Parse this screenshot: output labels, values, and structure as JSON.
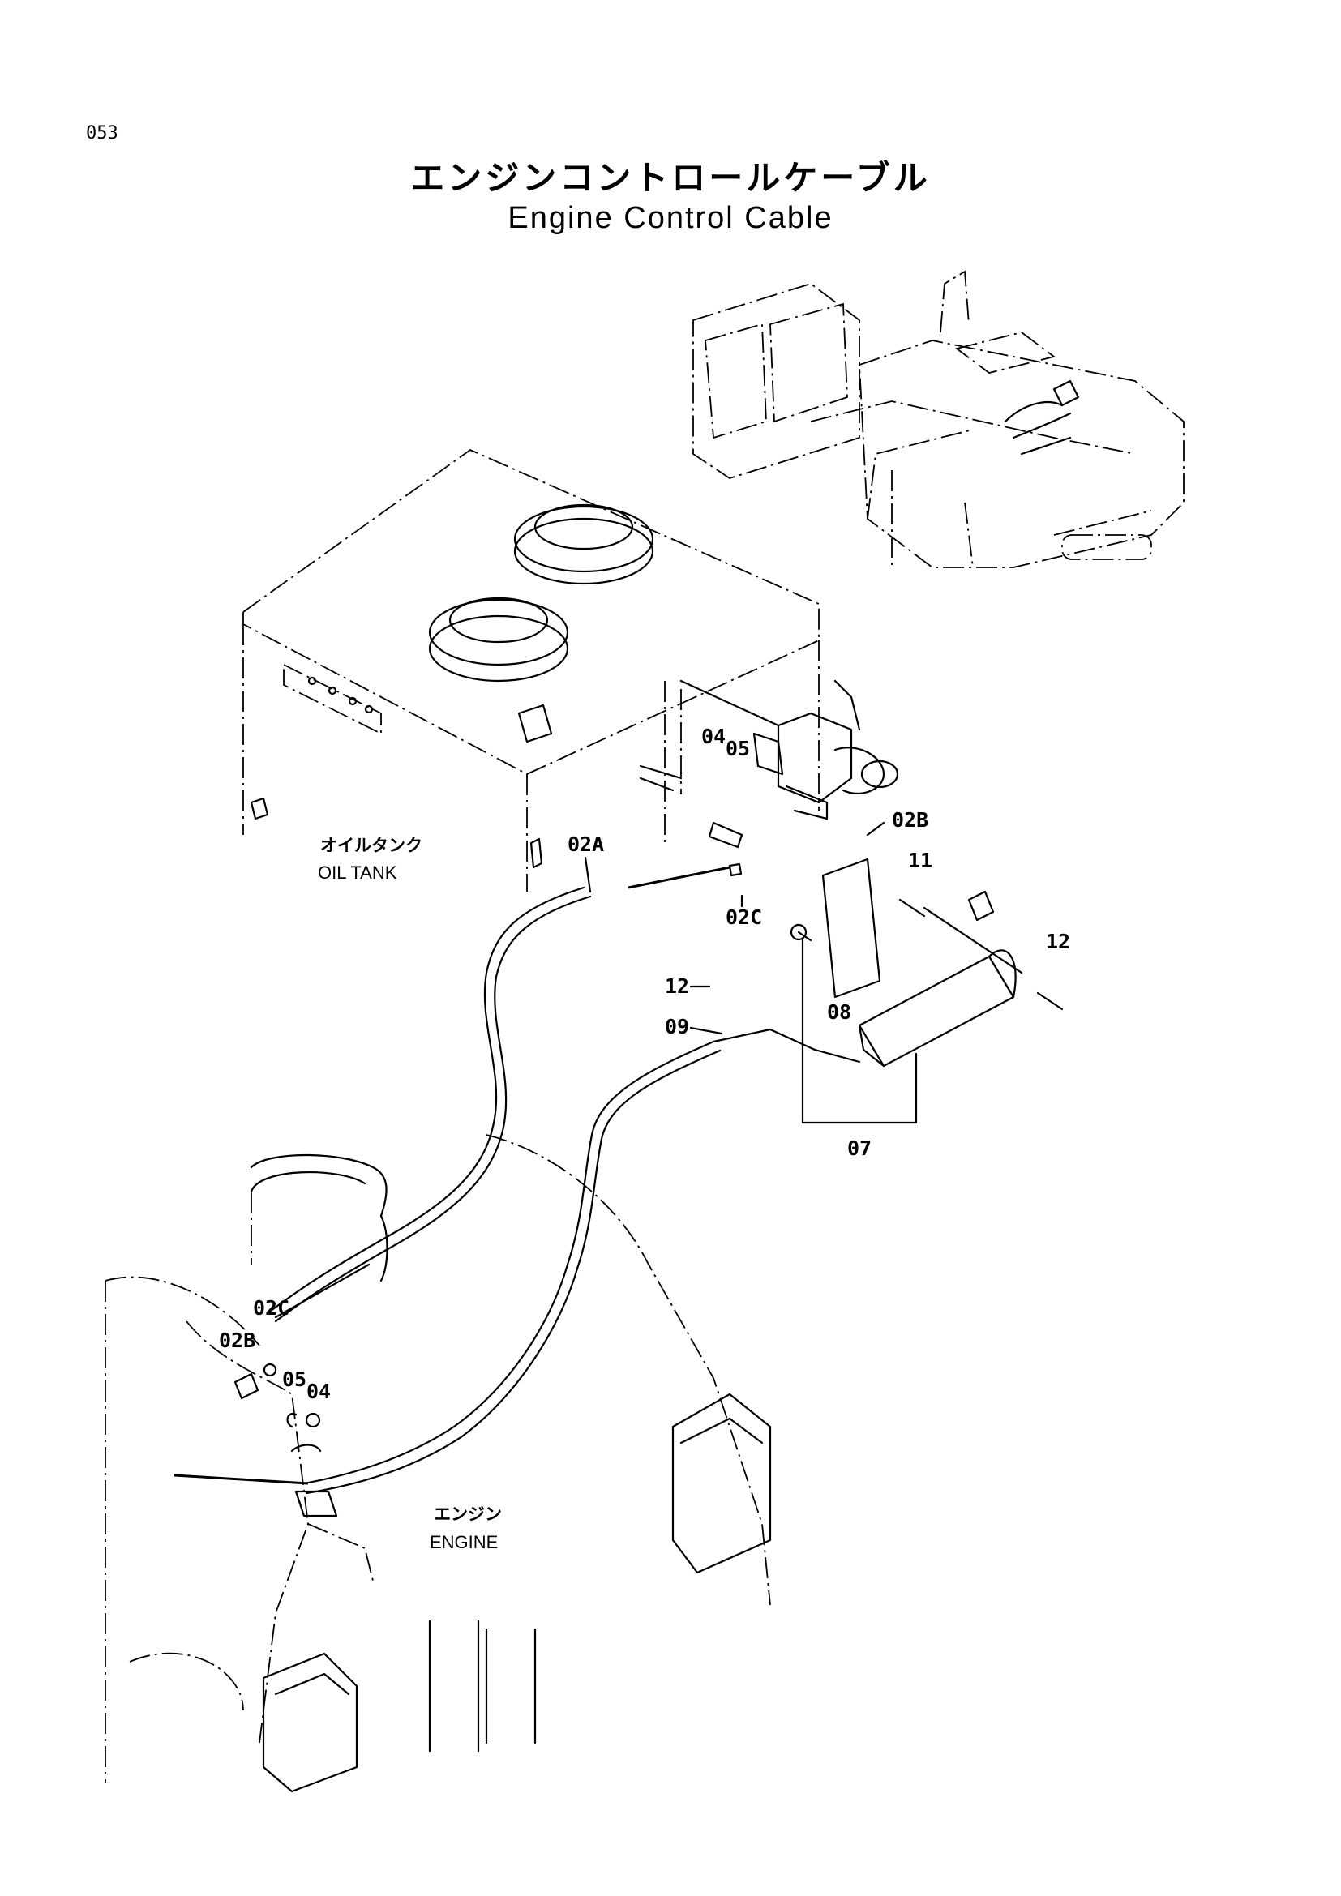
{
  "page_number": "053",
  "title_jp": "エンジンコントロールケーブル",
  "title_en": "Engine Control Cable",
  "areas": {
    "oil_tank": {
      "jp": "オイルタンク",
      "en": "OIL TANK"
    },
    "engine": {
      "jp": "エンジン",
      "en": "ENGINE"
    }
  },
  "parts": {
    "p02A": "02A",
    "p02B_top": "02B",
    "p02B_bottom": "02B",
    "p02C_top": "02C",
    "p02C_bottom": "02C",
    "p04_top": "04",
    "p04_bottom": "04",
    "p05_top": "05",
    "p05_bottom": "05",
    "p07": "07",
    "p08": "08",
    "p09": "09",
    "p11": "11",
    "p12_left": "12",
    "p12_right": "12"
  }
}
